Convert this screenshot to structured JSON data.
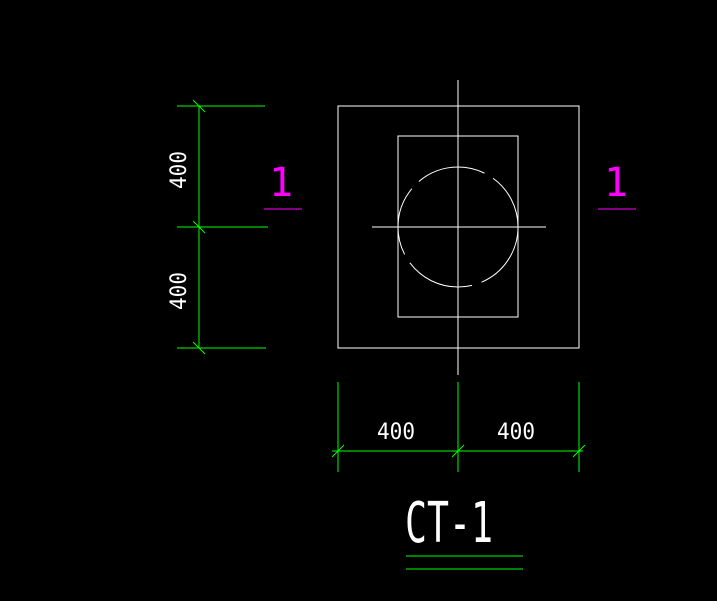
{
  "colors": {
    "background": "#000000",
    "outline": "#ffffff",
    "dimension": "#00ff00",
    "section_mark": "#ff00ff"
  },
  "dimensions": {
    "vertical_top": "400",
    "vertical_bottom": "400",
    "horizontal_left": "400",
    "horizontal_right": "400"
  },
  "section_marks": {
    "left": "1",
    "right": "1"
  },
  "title": "CT-1"
}
